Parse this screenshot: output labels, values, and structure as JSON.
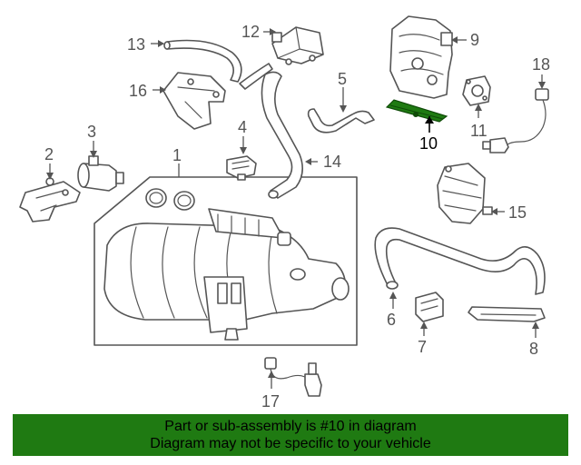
{
  "diagram": {
    "callouts": [
      "1",
      "2",
      "3",
      "4",
      "5",
      "6",
      "7",
      "8",
      "9",
      "10",
      "11",
      "12",
      "13",
      "14",
      "15",
      "16",
      "17",
      "18"
    ],
    "highlighted_callout": "10",
    "highlight_color": "#1f7a12"
  },
  "banner": {
    "line1": "Part or sub-assembly is #10 in diagram",
    "line2": "Diagram may not be specific to your vehicle",
    "background": "#1f7a12"
  }
}
